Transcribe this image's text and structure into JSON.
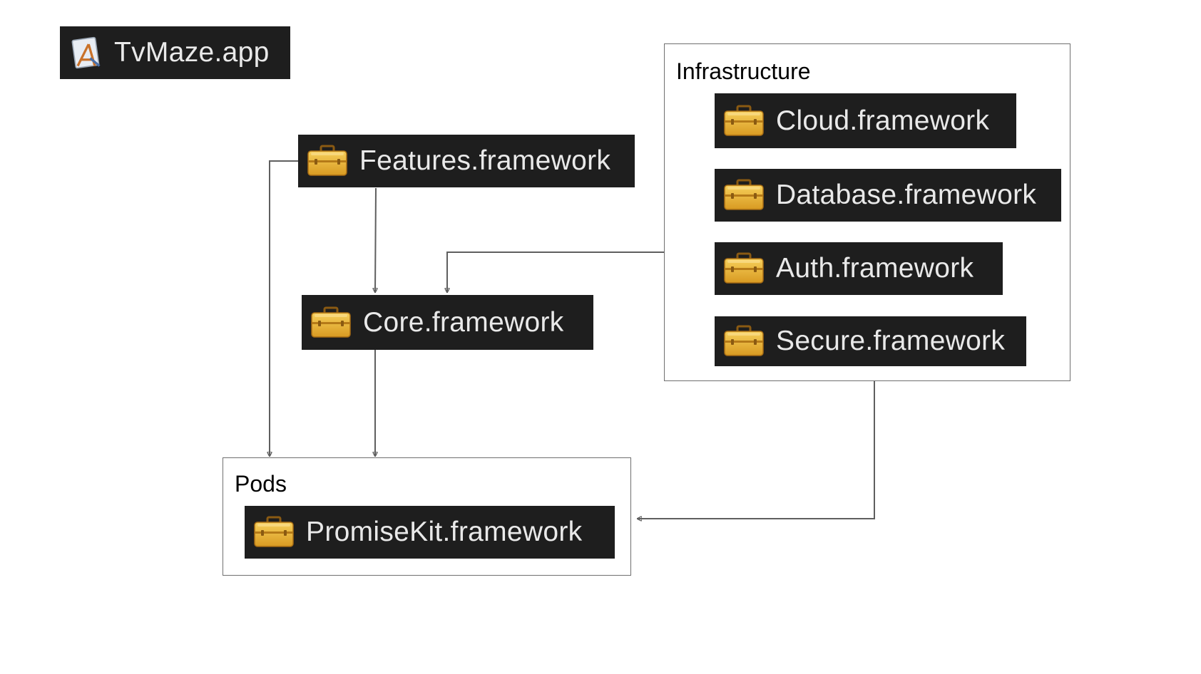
{
  "app": {
    "label": "TvMaze.app",
    "icon": "xcode-app-icon"
  },
  "nodes": {
    "features": {
      "label": "Features.framework",
      "icon": "toolbox-icon"
    },
    "core": {
      "label": "Core.framework",
      "icon": "toolbox-icon"
    }
  },
  "groups": {
    "infrastructure": {
      "title": "Infrastructure",
      "items": [
        {
          "label": "Cloud.framework",
          "icon": "toolbox-icon"
        },
        {
          "label": "Database.framework",
          "icon": "toolbox-icon"
        },
        {
          "label": "Auth.framework",
          "icon": "toolbox-icon"
        },
        {
          "label": "Secure.framework",
          "icon": "toolbox-icon"
        }
      ]
    },
    "pods": {
      "title": "Pods",
      "items": [
        {
          "label": "PromiseKit.framework",
          "icon": "toolbox-icon"
        }
      ]
    }
  },
  "edges": [
    {
      "from": "Features.framework",
      "to": "Core.framework"
    },
    {
      "from": "Features.framework",
      "to": "Pods"
    },
    {
      "from": "Core.framework",
      "to": "Pods"
    },
    {
      "from": "Infrastructure",
      "to": "Core.framework"
    },
    {
      "from": "Infrastructure",
      "to": "Pods"
    }
  ],
  "colors": {
    "node_background": "#1e1e1e",
    "node_text": "#e9e9e9",
    "group_border": "#6f6f6f",
    "connector": "#5f5f5f",
    "toolbox": "#e8b33a"
  }
}
